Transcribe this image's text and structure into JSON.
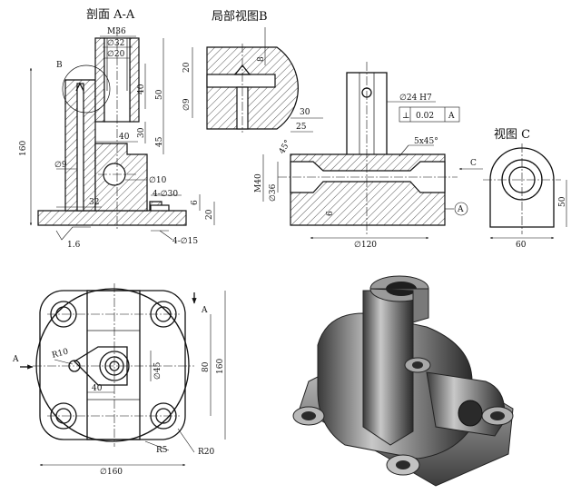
{
  "titles": {
    "section_aa": "剖面 A-A",
    "detail_b": "局部视图B",
    "view_c": "视图 C"
  },
  "section_labels": {
    "b_marker": "B",
    "a_top": "A",
    "a_left": "A",
    "c_arrow": "C",
    "a_datum": "A"
  },
  "section_aa": {
    "m36": "M36",
    "d32": "∅32",
    "d20": "∅20",
    "h160": "160",
    "h40": "40",
    "h50": "50",
    "h30": "30",
    "h45": "45",
    "w40": "40",
    "d9": "∅9",
    "d10": "∅10",
    "cb30": "4-∅30",
    "h6": "6",
    "h20": "20",
    "w32": "32",
    "holes15": "4-∅15",
    "rough": "1.6"
  },
  "detail_b": {
    "v20": "20",
    "v8": "8",
    "v9": "∅9"
  },
  "main_view": {
    "d24h7": "∅24 H7",
    "tol": "0.02",
    "tol_ref": "A",
    "w30": "30",
    "w25": "25",
    "ang45": "45°",
    "cham": "5x45°",
    "m40": "M40",
    "d36": "∅36",
    "h6": "6",
    "d120": "∅120"
  },
  "view_c": {
    "w60": "60",
    "h50": "50"
  },
  "top_view": {
    "r10": "R10",
    "d45": "∅45",
    "w40": "40",
    "h80": "80",
    "h160": "160",
    "r5": "R5",
    "r20": "R20",
    "d160": "∅160"
  }
}
